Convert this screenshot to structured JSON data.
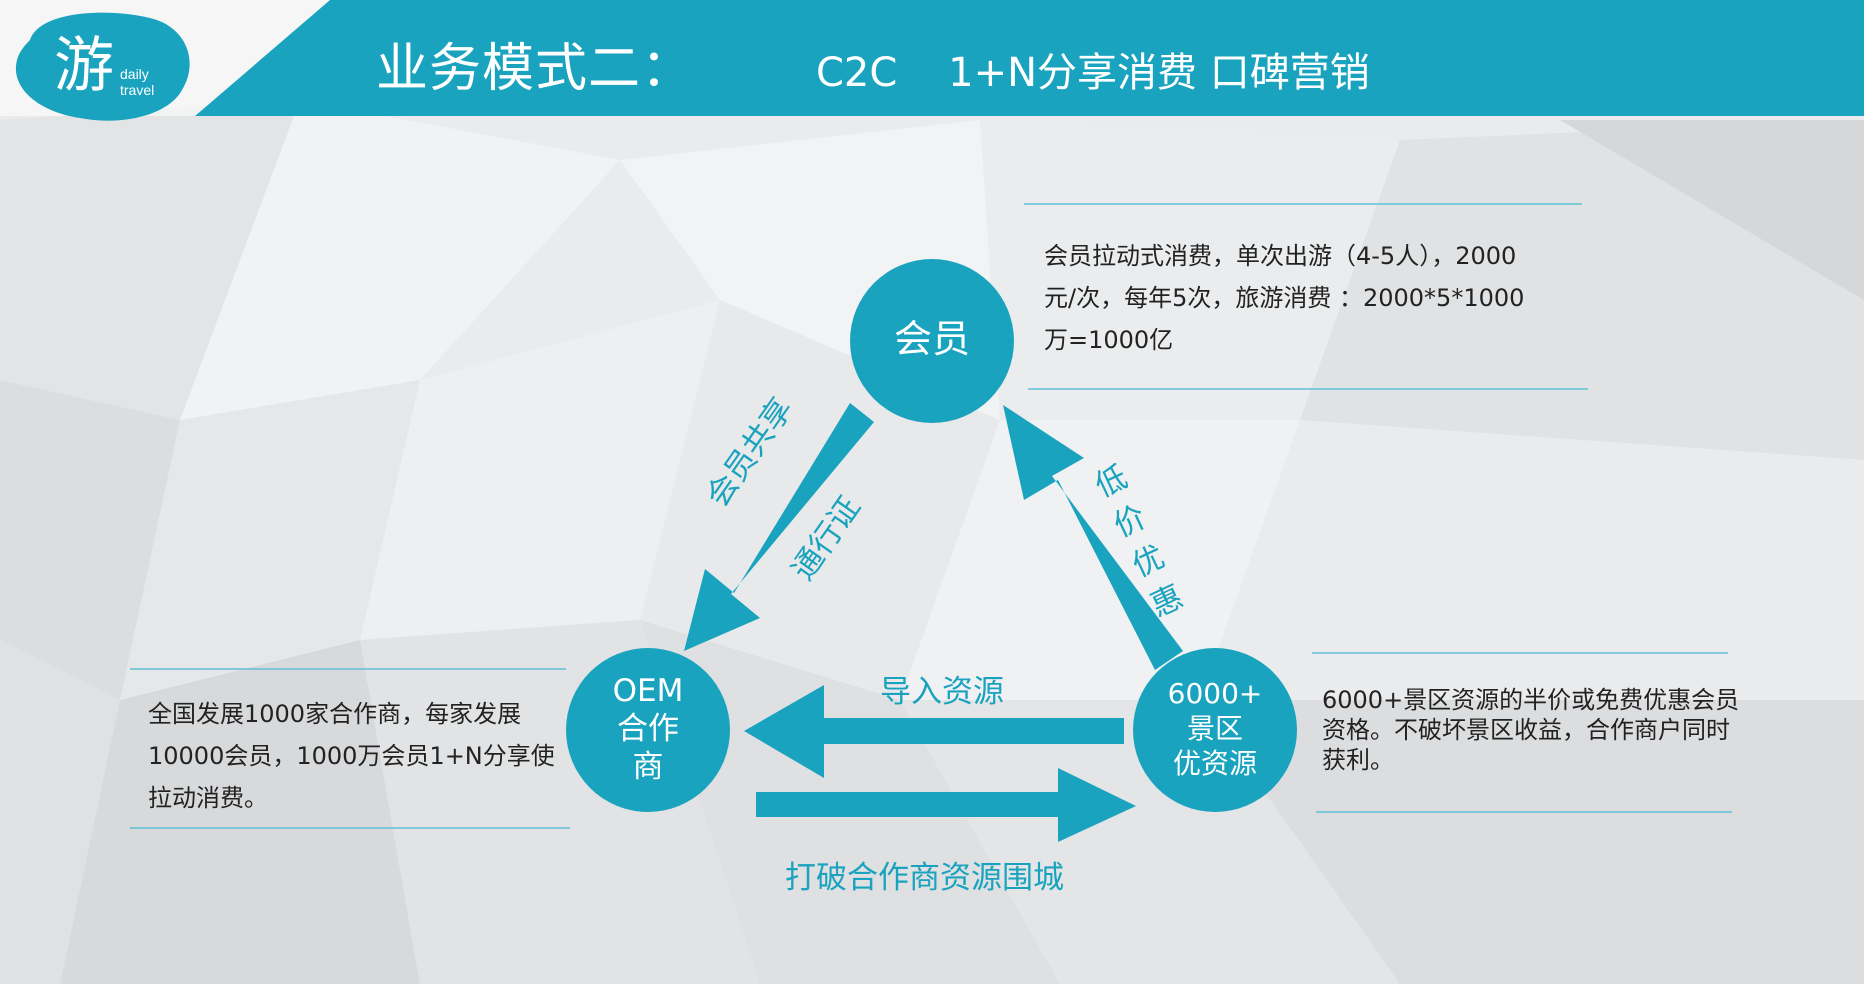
{
  "header": {
    "title": "业务模式二：",
    "subtitle": "C2C    1+N分享消费 口碑营销",
    "logo": {
      "glyph": "游",
      "line1": "daily",
      "line2": "travel"
    }
  },
  "colors": {
    "accent": "#1aa3bf",
    "text": "#222222",
    "line": "#5cc1d6"
  },
  "nodes": {
    "member": {
      "label": "会员"
    },
    "oem": {
      "line1": "OEM",
      "line2": "合作",
      "line3": "商"
    },
    "resource": {
      "line1": "6000+",
      "line2": "景区",
      "line3": "优资源"
    }
  },
  "edges": {
    "member_to_oem": {
      "label_a": "会员共享",
      "label_b": "通行证"
    },
    "resource_to_member": {
      "chars": [
        "低",
        "价",
        "优",
        "惠"
      ]
    },
    "resource_to_oem": {
      "label": "导入资源"
    },
    "oem_to_resource": {
      "label": "打破合作商资源围城"
    }
  },
  "descriptions": {
    "member": [
      "会员拉动式消费，单次出游（4-5人），2000",
      "元/次，每年5次，旅游消费 ：2000*5*1000",
      "万=1000亿"
    ],
    "oem": [
      "全国发展1000家合作商，每家发展",
      "10000会员，1000万会员1+N分享使",
      "拉动消费。"
    ],
    "resource": [
      "6000+景区资源的半价或免费优惠会员",
      "资格。不破坏景区收益，合作商户同时",
      "获利。"
    ]
  }
}
